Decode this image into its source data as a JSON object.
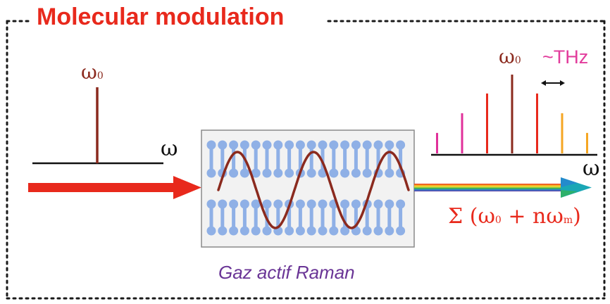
{
  "title": "Molecular modulation",
  "input_spectrum": {
    "peak_label": "ω",
    "peak_label_sub": "0",
    "axis_label": "ω"
  },
  "output_spectrum": {
    "center_label": "ω",
    "center_label_sub": "0",
    "spacing_label": "~THz",
    "axis_label": "ω",
    "lines": [
      {
        "order": -3,
        "relative_height": 0.26,
        "color": "#e0309a"
      },
      {
        "order": -2,
        "relative_height": 0.51,
        "color": "#e0309a"
      },
      {
        "order": -1,
        "relative_height": 0.76,
        "color": "#e8291c"
      },
      {
        "order": 0,
        "relative_height": 1.0,
        "color": "#8b2a1e"
      },
      {
        "order": 1,
        "relative_height": 0.76,
        "color": "#e8291c"
      },
      {
        "order": 2,
        "relative_height": 0.51,
        "color": "#f5a623"
      },
      {
        "order": 3,
        "relative_height": 0.26,
        "color": "#f5a623"
      }
    ]
  },
  "output_formula": {
    "prefix": "Σ (ω",
    "sub0": "0",
    "middle": " + nω",
    "subm": "m",
    "suffix": ")"
  },
  "caption": "Gaz actif Raman",
  "colors": {
    "title": "#e8291c",
    "input_arrow": "#e8291c",
    "wave": "#8b2a1e",
    "molecule": "#8fb0e6",
    "caption": "#6a3596",
    "thz": "#e23c9c"
  },
  "icons": {
    "molecule": "dumbbell-molecule-icon",
    "spacing_arrow": "double-headed-arrow-icon"
  }
}
